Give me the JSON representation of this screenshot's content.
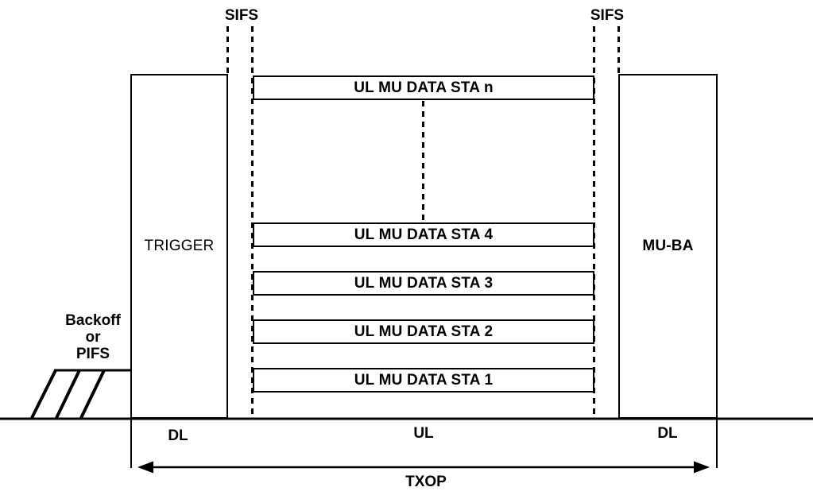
{
  "diagram": {
    "sifs_left_label": "SIFS",
    "sifs_right_label": "SIFS",
    "backoff": {
      "line1": "Backoff",
      "line2": "or",
      "line3": "PIFS"
    },
    "frames": {
      "trigger": "TRIGGER",
      "mu_ba": "MU-BA",
      "sta": [
        "UL MU DATA STA n",
        "UL MU DATA STA 4",
        "UL MU DATA STA 3",
        "UL MU DATA STA 2",
        "UL MU DATA STA 1"
      ]
    },
    "phase_labels": {
      "dl_left": "DL",
      "ul": "UL",
      "dl_right": "DL"
    },
    "txop_label": "TXOP",
    "colors": {
      "line": "#000000",
      "background": "#ffffff",
      "text": "#000000"
    }
  }
}
